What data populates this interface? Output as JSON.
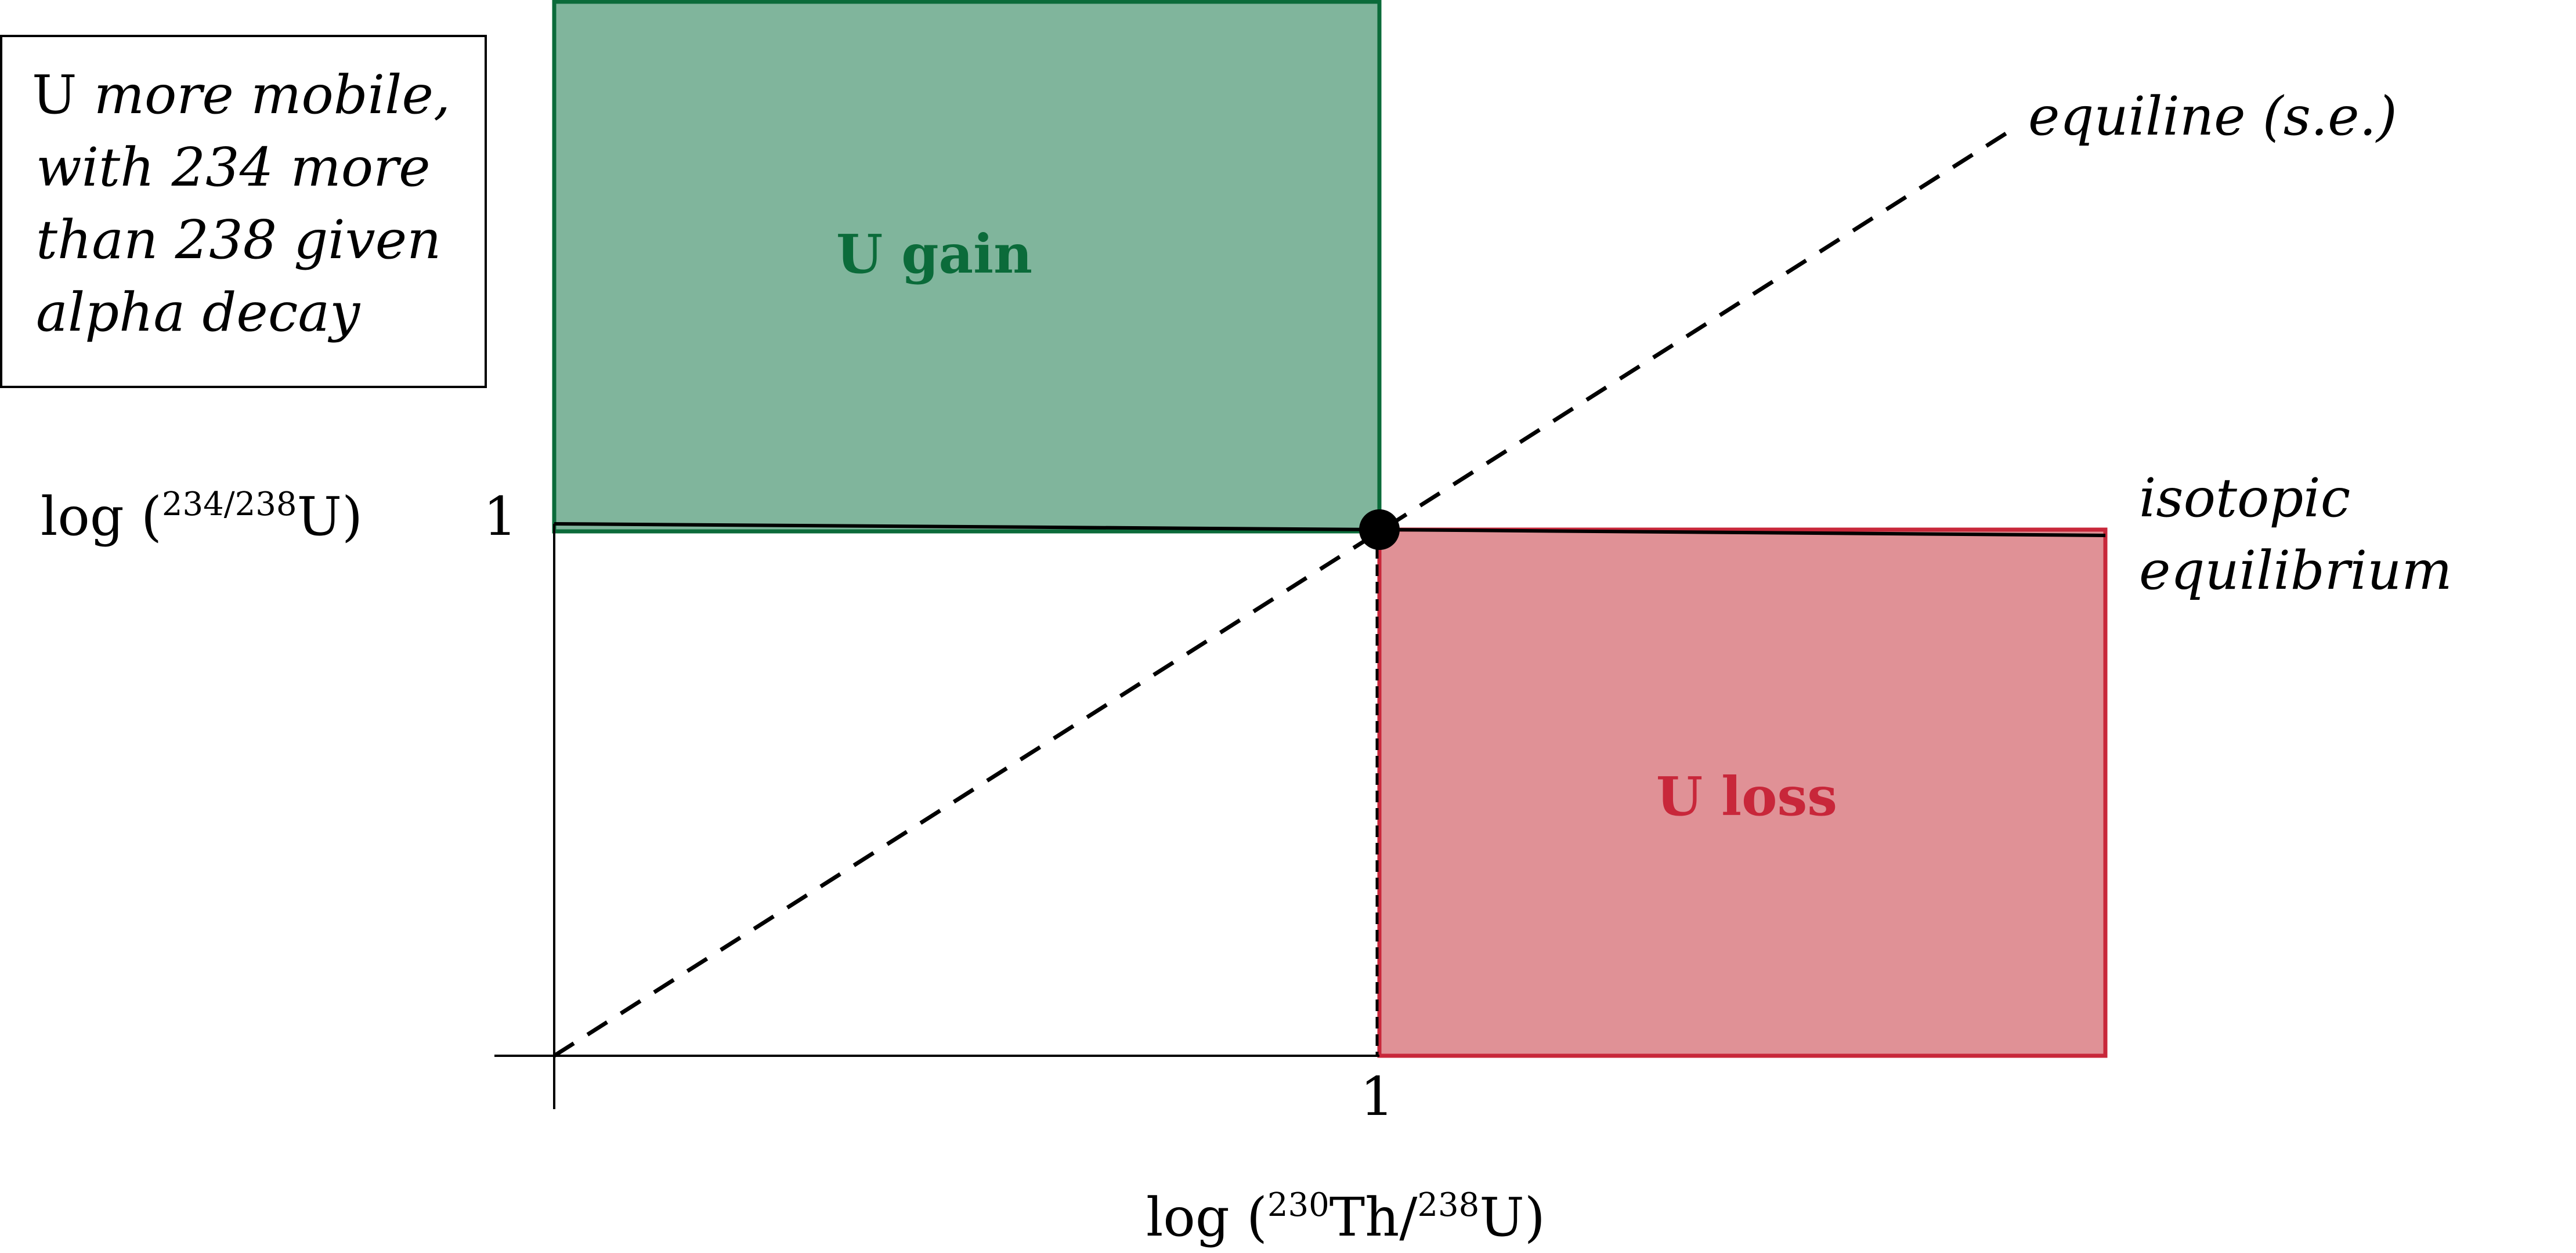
{
  "note_box": {
    "lines": [
      {
        "prefix": "U",
        "rest": " more mobile,"
      },
      {
        "prefix": "",
        "rest": "with 234 more"
      },
      {
        "prefix": "",
        "rest": "than 238 given"
      },
      {
        "prefix": "",
        "rest": "alpha decay"
      }
    ]
  },
  "axes": {
    "y_label": {
      "log": "log",
      "open_paren": "(",
      "superscript": "234/238",
      "element": "U",
      "close_paren": ")"
    },
    "x_label": {
      "log": "log",
      "open_paren": "(",
      "sup1": "230",
      "element1": "Th",
      "slash": "/",
      "sup2": "238",
      "element2": "U",
      "close_paren": ")"
    },
    "y_tick": "1",
    "x_tick": "1"
  },
  "regions": {
    "gain": {
      "label": "U gain",
      "fill": "#80b59c",
      "stroke": "#0b6b3a",
      "text_color": "#0b6b3a"
    },
    "loss": {
      "label": "U loss",
      "fill": "#e09196",
      "stroke": "#c8273a",
      "text_color": "#c8273a"
    }
  },
  "lines": {
    "equiline": "equiline (s.e.)",
    "isotopic_line1": "isotopic",
    "isotopic_line2": "equilibrium"
  },
  "colors": {
    "axis": "#000000",
    "point": "#000000"
  }
}
